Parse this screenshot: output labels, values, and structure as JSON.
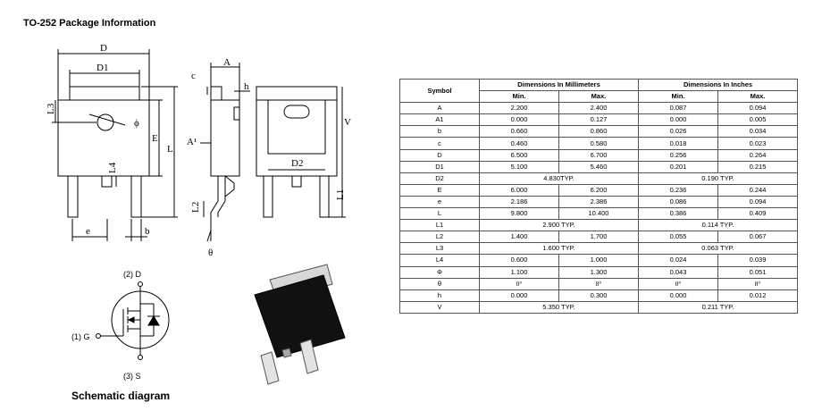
{
  "title": "TO-252 Package Information",
  "schematic_caption": "Schematic diagram",
  "drawing_labels": {
    "D": "D",
    "D1": "D1",
    "L3": "L3",
    "phi": "ϕ",
    "E": "E",
    "L": "L",
    "L4": "L4",
    "e": "e",
    "b": "b",
    "c": "c",
    "A": "A",
    "h": "h",
    "A1": "A¹",
    "L2": "L2",
    "theta": "θ",
    "D2": "D2",
    "V": "V",
    "L1": "L1"
  },
  "pins": {
    "drain": "(2) D",
    "gate": "(1) G",
    "source": "(3) S"
  },
  "table": {
    "symbol_header": "Symbol",
    "mm_header": "Dimensions In Millimeters",
    "in_header": "Dimensions In Inches",
    "min": "Min.",
    "max": "Max.",
    "rows": [
      {
        "sym": "A",
        "mm_min": "2.200",
        "mm_max": "2.400",
        "in_min": "0.087",
        "in_max": "0.094"
      },
      {
        "sym": "A1",
        "mm_min": "0.000",
        "mm_max": "0.127",
        "in_min": "0.000",
        "in_max": "0.005"
      },
      {
        "sym": "b",
        "mm_min": "0.660",
        "mm_max": "0.860",
        "in_min": "0.026",
        "in_max": "0.034"
      },
      {
        "sym": "c",
        "mm_min": "0.460",
        "mm_max": "0.580",
        "in_min": "0.018",
        "in_max": "0.023"
      },
      {
        "sym": "D",
        "mm_min": "6.500",
        "mm_max": "6.700",
        "in_min": "0.256",
        "in_max": "0.264"
      },
      {
        "sym": "D1",
        "mm_min": "5.100",
        "mm_max": "5.460",
        "in_min": "0.201",
        "in_max": "0.215"
      },
      {
        "sym": "D2",
        "mm_typ": "4.830TYP.",
        "in_typ": "0.190 TYP."
      },
      {
        "sym": "E",
        "mm_min": "6.000",
        "mm_max": "6.200",
        "in_min": "0.236",
        "in_max": "0.244"
      },
      {
        "sym": "e",
        "mm_min": "2.186",
        "mm_max": "2.386",
        "in_min": "0.086",
        "in_max": "0.094"
      },
      {
        "sym": "L",
        "mm_min": "9.800",
        "mm_max": "10.400",
        "in_min": "0.386",
        "in_max": "0.409"
      },
      {
        "sym": "L1",
        "mm_typ": "2.900 TYP.",
        "in_typ": "0.114 TYP."
      },
      {
        "sym": "L2",
        "mm_min": "1.400",
        "mm_max": "1.700",
        "in_min": "0.055",
        "in_max": "0.067"
      },
      {
        "sym": "L3",
        "mm_typ": "1.600 TYP.",
        "in_typ": "0.063 TYP."
      },
      {
        "sym": "L4",
        "mm_min": "0.600",
        "mm_max": "1.000",
        "in_min": "0.024",
        "in_max": "0.039"
      },
      {
        "sym": "Φ",
        "mm_min": "1.100",
        "mm_max": "1.300",
        "in_min": "0.043",
        "in_max": "0.051"
      },
      {
        "sym": "θ",
        "mm_min": "0°",
        "mm_max": "8°",
        "in_min": "0°",
        "in_max": "8°",
        "serif": true
      },
      {
        "sym": "h",
        "mm_min": "0.000",
        "mm_max": "0.300",
        "in_min": "0.000",
        "in_max": "0.012"
      },
      {
        "sym": "V",
        "mm_typ": "5.350 TYP.",
        "in_typ": "0.211 TYP."
      }
    ]
  }
}
